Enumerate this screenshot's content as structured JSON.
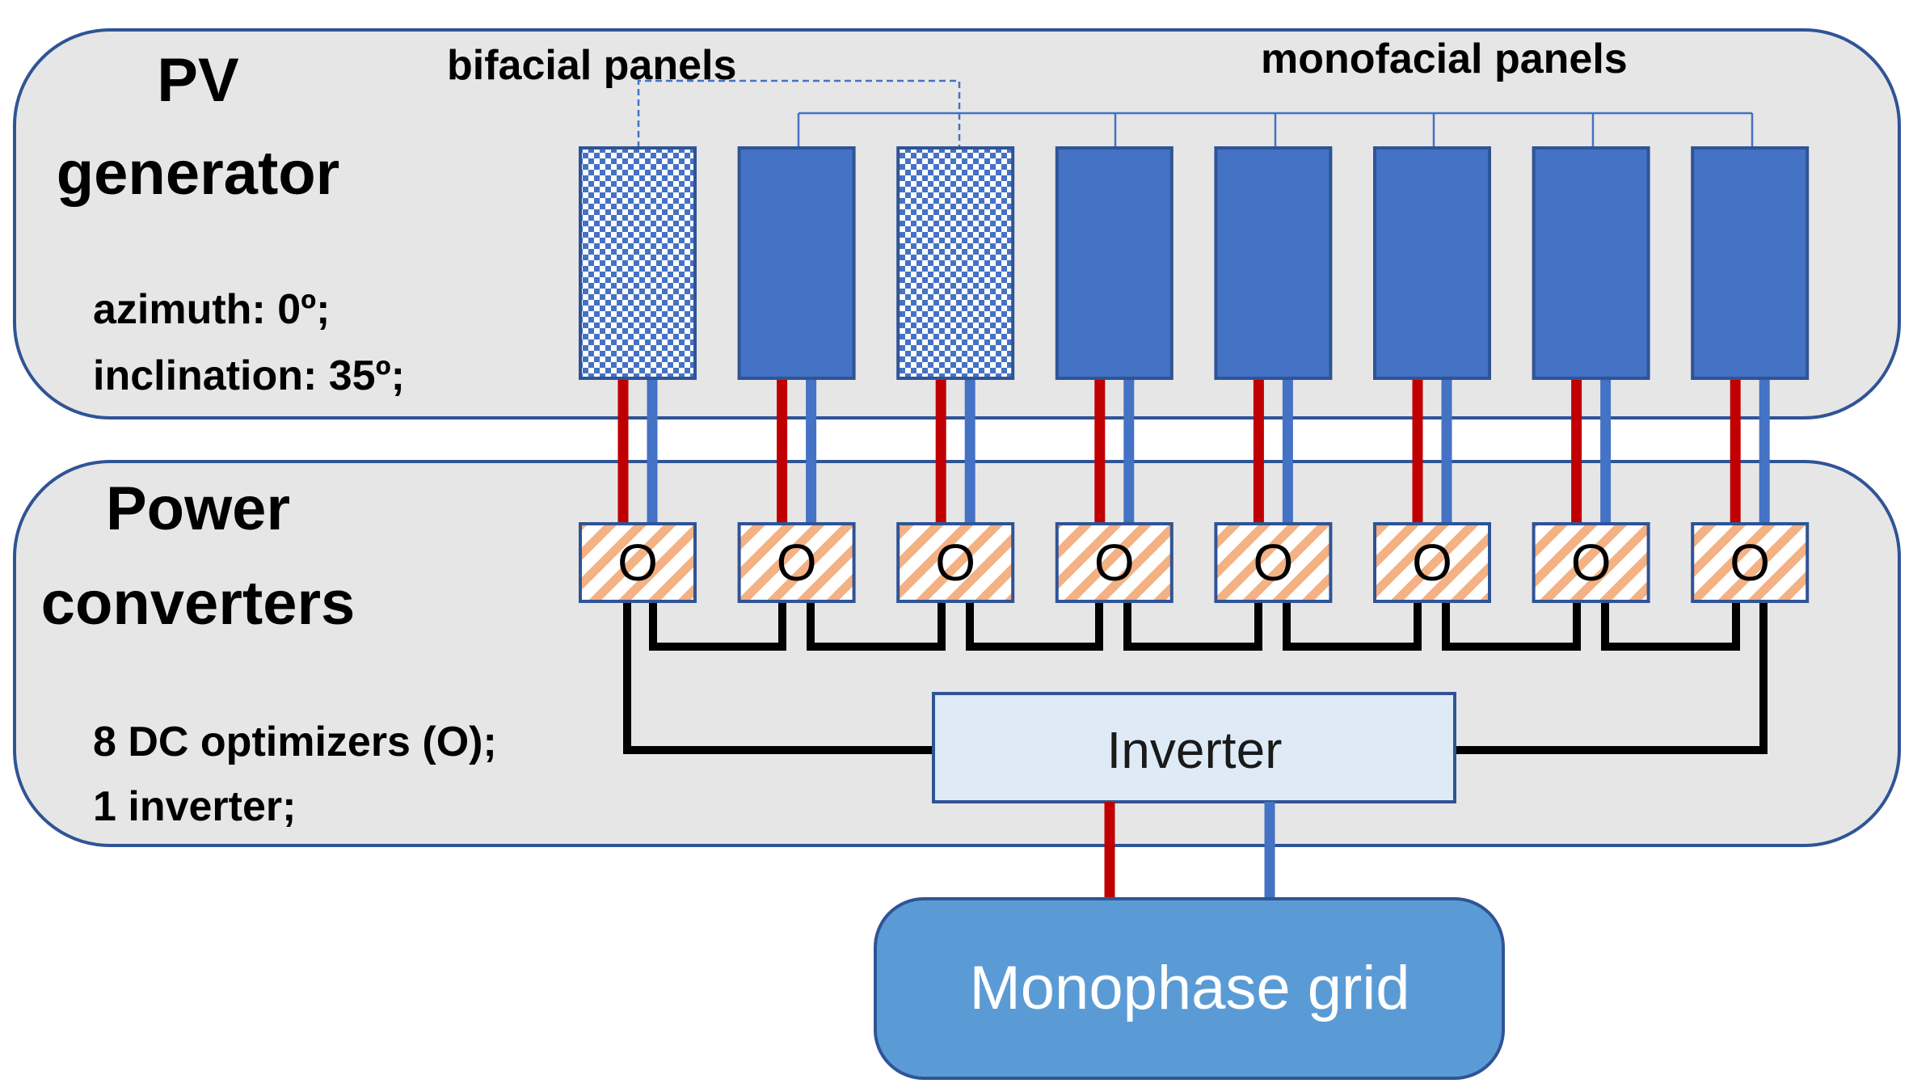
{
  "pv_section": {
    "title_line1": "PV",
    "title_line2": "generator",
    "azimuth_text": "azimuth: 0º;",
    "inclination_text": "inclination: 35º;",
    "bifacial_label": "bifacial panels",
    "monofacial_label": "monofacial panels"
  },
  "converters_section": {
    "title_line1": "Power",
    "title_line2": "converters",
    "optimizers_text": "8 DC optimizers (O);",
    "inverter_count_text": "1 inverter;"
  },
  "panels": [
    {
      "type": "bifacial"
    },
    {
      "type": "monofacial"
    },
    {
      "type": "bifacial"
    },
    {
      "type": "monofacial"
    },
    {
      "type": "monofacial"
    },
    {
      "type": "monofacial"
    },
    {
      "type": "monofacial"
    },
    {
      "type": "monofacial"
    }
  ],
  "optimizer_symbol": "O",
  "inverter_label": "Inverter",
  "grid_label": "Monophase grid",
  "colors": {
    "section_fill": "#e7e6e6",
    "section_stroke": "#2f5496",
    "panel_fill": "#4472c4",
    "panel_stroke": "#2f5496",
    "positive_wire": "#c00000",
    "negative_wire": "#4472c4",
    "dc_bus": "#000000",
    "optimizer_stripe": "#f4b183",
    "inverter_fill": "#deebf7",
    "grid_fill": "#5b9bd5"
  }
}
